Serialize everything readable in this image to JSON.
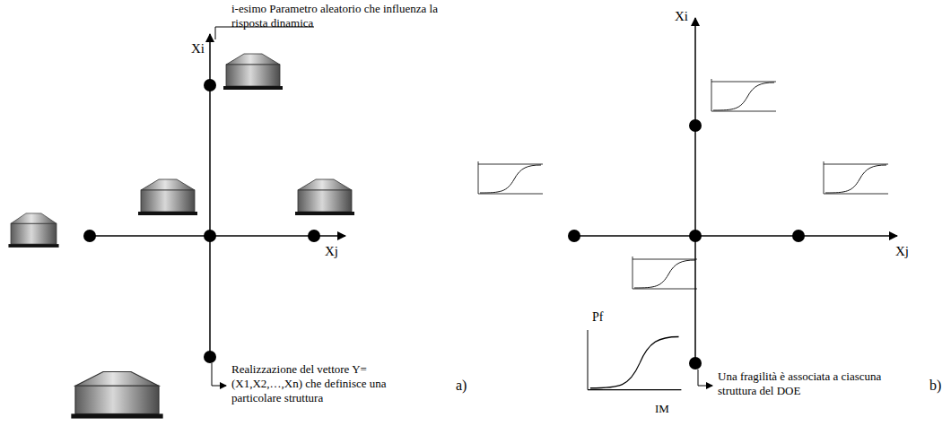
{
  "diagram": {
    "labels": [
      "i-esimo Parametro aleatorio che influenza la risposta dinamica",
      "Xi",
      "Xj",
      "Realizzazione del vettore Y=(X1,X2,…,Xn) che definisce una particolare struttura",
      "a)",
      "Xi",
      "Xj",
      "Una fragilità è associata a ciascuna struttura del DOE",
      "Pf",
      "IM",
      "b)"
    ]
  }
}
